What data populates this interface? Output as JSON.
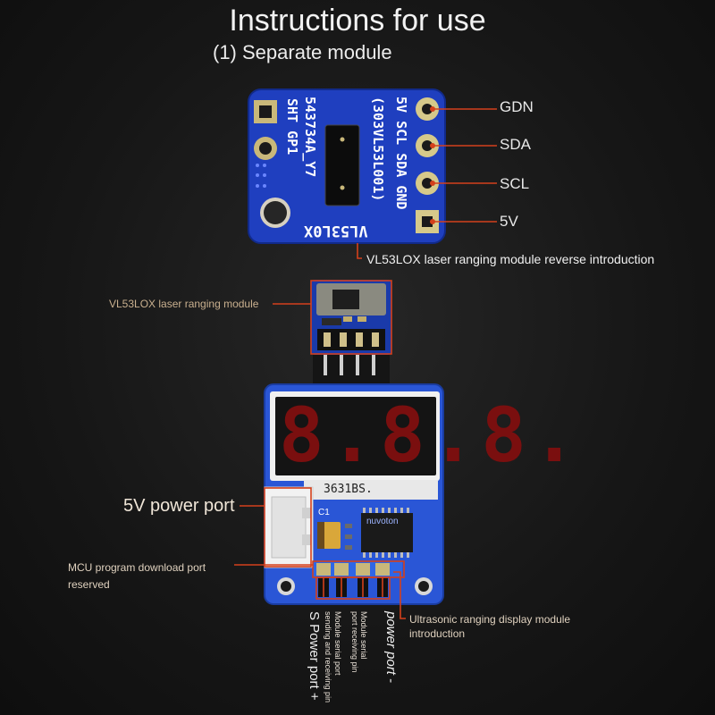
{
  "heading": {
    "title": "Instructions for use",
    "subtitle": "(1) Separate module"
  },
  "sensor_board": {
    "silkscreen": {
      "row1": "SHT GP1",
      "row2": "543734A_Y7",
      "row3": "(303VL53L001)",
      "row4": "5V SCL SDA GND",
      "model": "VL53L0X"
    },
    "pins": [
      "GDN",
      "SDA",
      "SCL",
      "5V"
    ],
    "caption": "VL53LOX laser ranging module reverse introduction"
  },
  "module_label": "VL53LOX laser ranging module",
  "display_board": {
    "segment_digits": "8.8.8.",
    "display_part": "3631BS.",
    "chip_brand": "nuvoton",
    "cap_label": "C1",
    "power_port": "5V power port",
    "mcu_port_line1": "MCU program download port",
    "mcu_port_line2": "reserved",
    "caption_line1": "Ultrasonic ranging display module",
    "caption_line2": "introduction"
  },
  "bottom_pins": {
    "s_power": "S Power port +",
    "send_line1": "Module serial port",
    "send_line2": "sending and receiving pin",
    "recv_line1": "Module serial",
    "recv_line2": "port receiving pin",
    "power_minus": "power port -"
  },
  "colors": {
    "leader": "#d4401c",
    "sensor_pcb": "#1f3fbf",
    "display_pcb": "#2a56d6"
  }
}
